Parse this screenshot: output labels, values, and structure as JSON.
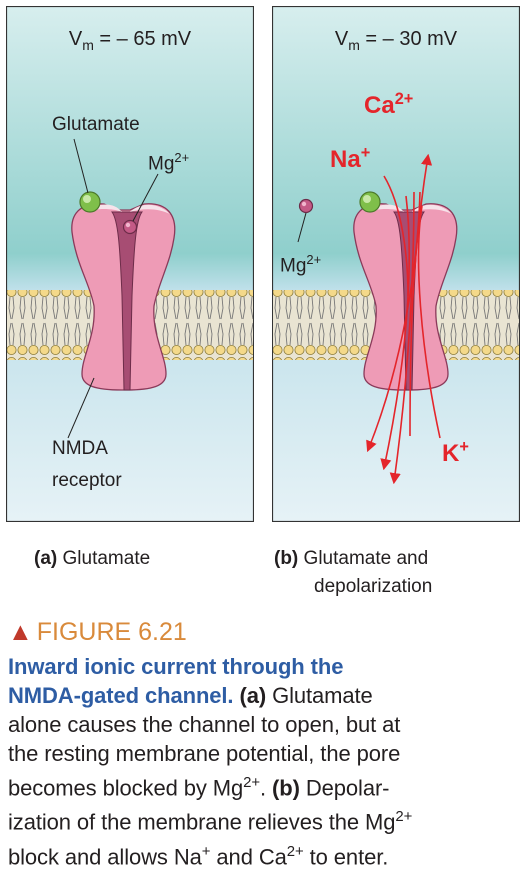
{
  "panel_a": {
    "vm_prefix": "V",
    "vm_sub": "m",
    "vm_value": " = – 65 mV",
    "glutamate": "Glutamate",
    "mg": "Mg",
    "mg_sup": "2+",
    "nmda_line1": "NMDA",
    "nmda_line2": "receptor",
    "caption_letter": "(a)",
    "caption_text": " Glutamate"
  },
  "panel_b": {
    "vm_prefix": "V",
    "vm_sub": "m",
    "vm_value": " = – 30 mV",
    "mg": "Mg",
    "mg_sup": "2+",
    "ca": "Ca",
    "ca_sup": "2+",
    "na": "Na",
    "na_sup": "+",
    "k": "K",
    "k_sup": "+",
    "caption_letter": "(b)",
    "caption_line1": " Glutamate and",
    "caption_line2": "depolarization"
  },
  "figure": {
    "label": "FIGURE 6.21",
    "heading_line1": "Inward ionic current through the",
    "heading_line2": "NMDA-gated channel.",
    "a_marker": "(a)",
    "text1": " Glutamate",
    "text2": "alone causes the channel to open, but at",
    "text3": "the resting membrane potential, the pore",
    "text4": "becomes blocked by Mg",
    "sup1": "2+",
    "text5": ". ",
    "b_marker": "(b)",
    "text6": " Depolar-",
    "text7": "ization of the membrane relieves the Mg",
    "sup2": "2+",
    "text8": "block and allows Na",
    "sup3": "+",
    "text9": " and Ca",
    "sup4": "2+",
    "text10": " to enter."
  },
  "colors": {
    "outer_fluid": "#9ed3d0",
    "inner_fluid": "#bfe0ea",
    "receptor": "#ee9bb6",
    "pore": "#a74d73",
    "glutamate_ball": "#7fbf4a",
    "mg_ball": "#c45a86",
    "ion_red": "#e4252b",
    "figure_label": "#d98a3b",
    "heading_blue": "#2e5da4"
  }
}
